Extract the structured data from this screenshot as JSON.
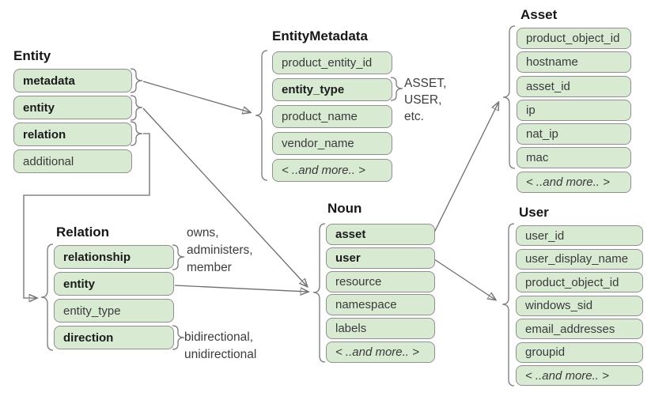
{
  "colors": {
    "field_fill": "#d9ead3",
    "field_border": "#8f8f8f",
    "connector_line": "#787878",
    "arrowhead": "#5f5f5f",
    "text_primary": "#1b1b1b",
    "text_secondary": "#3c3c3c"
  },
  "boxes": {
    "entity": {
      "title": "Entity",
      "fields": [
        {
          "label": "metadata",
          "bold": true
        },
        {
          "label": "entity",
          "bold": true
        },
        {
          "label": "relation",
          "bold": true
        },
        {
          "label": "additional",
          "bold": false
        }
      ]
    },
    "entity_metadata": {
      "title": "EntityMetadata",
      "fields": [
        {
          "label": "product_entity_id",
          "bold": false
        },
        {
          "label": "entity_type",
          "bold": true
        },
        {
          "label": "product_name",
          "bold": false
        },
        {
          "label": "vendor_name",
          "bold": false
        },
        {
          "label": "< ..and more.. >",
          "bold": false,
          "italic": true
        }
      ]
    },
    "relation": {
      "title": "Relation",
      "fields": [
        {
          "label": "relationship",
          "bold": true
        },
        {
          "label": "entity",
          "bold": true
        },
        {
          "label": "entity_type",
          "bold": false
        },
        {
          "label": "direction",
          "bold": true
        }
      ]
    },
    "noun": {
      "title": "Noun",
      "fields": [
        {
          "label": "asset",
          "bold": true
        },
        {
          "label": "user",
          "bold": true
        },
        {
          "label": "resource",
          "bold": false
        },
        {
          "label": "namespace",
          "bold": false
        },
        {
          "label": "labels",
          "bold": false
        },
        {
          "label": "< ..and more.. >",
          "bold": false,
          "italic": true
        }
      ]
    },
    "asset": {
      "title": "Asset",
      "fields": [
        {
          "label": "product_object_id",
          "bold": false
        },
        {
          "label": "hostname",
          "bold": false
        },
        {
          "label": "asset_id",
          "bold": false
        },
        {
          "label": "ip",
          "bold": false
        },
        {
          "label": "nat_ip",
          "bold": false
        },
        {
          "label": "mac",
          "bold": false
        },
        {
          "label": "< ..and more.. >",
          "bold": false,
          "italic": true
        }
      ]
    },
    "user": {
      "title": "User",
      "fields": [
        {
          "label": "user_id",
          "bold": false
        },
        {
          "label": "user_display_name",
          "bold": false
        },
        {
          "label": "product_object_id",
          "bold": false
        },
        {
          "label": "windows_sid",
          "bold": false
        },
        {
          "label": "email_addresses",
          "bold": false
        },
        {
          "label": "groupid",
          "bold": false
        },
        {
          "label": "< ..and more.. >",
          "bold": false,
          "italic": true
        }
      ]
    }
  },
  "annotations": {
    "entity_type_values": {
      "lines": [
        "ASSET,",
        "USER,",
        "etc."
      ]
    },
    "relationship_values": {
      "lines": [
        "owns,",
        "administers,",
        "member"
      ]
    },
    "direction_values": {
      "lines": [
        "bidirectional,",
        "unidirectional"
      ]
    }
  }
}
